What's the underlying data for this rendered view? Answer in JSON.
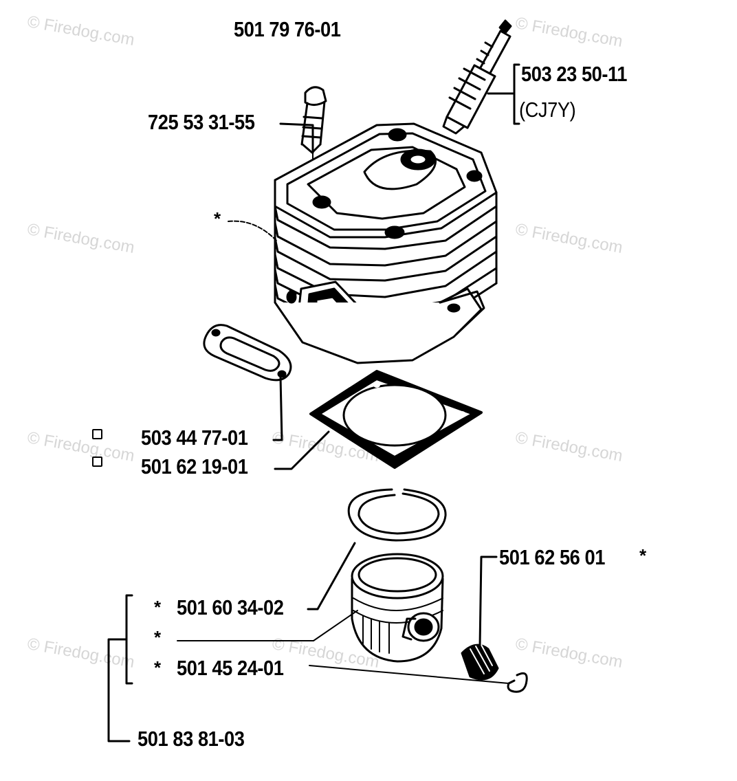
{
  "parts": {
    "assembly": "501 79 76-01",
    "cylinder_screw": "725 53 31-55",
    "spark_plug": "503 23 50-11",
    "spark_plug_type": "(CJ7Y)",
    "gasket_a": "503 44 77-01",
    "gasket_b": "501 62 19-01",
    "bearing": "501 62 56 01",
    "piston_ring": "501 60 34-02",
    "circlip": "501 45 24-01",
    "piston_kit": "501 83 81-03"
  },
  "marks": {
    "star": "*"
  },
  "watermark": {
    "text": "© Firedog.com",
    "color": "#d6d6d6"
  }
}
